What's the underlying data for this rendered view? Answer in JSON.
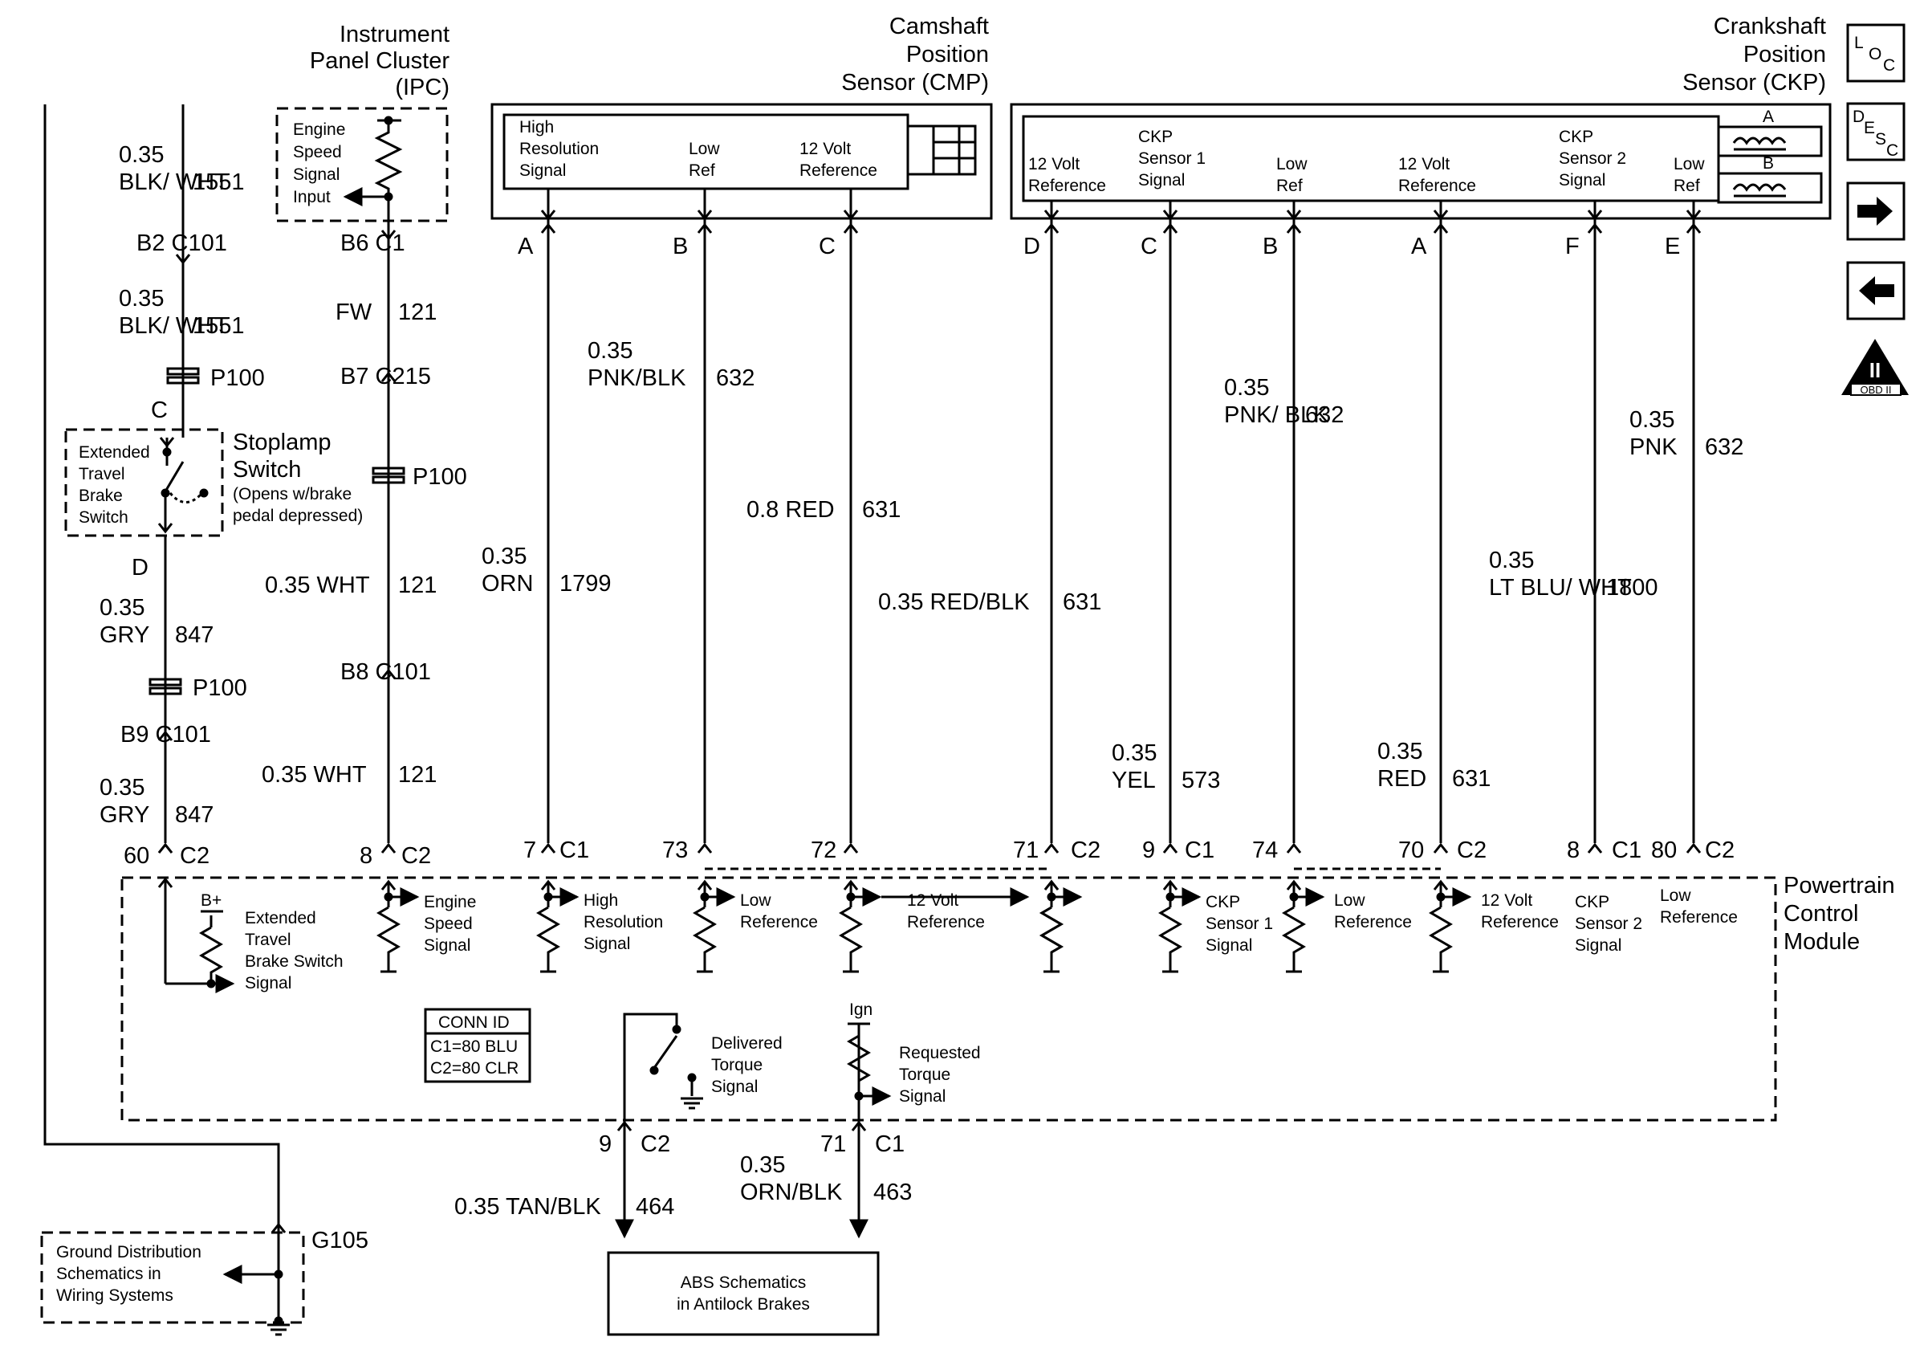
{
  "components": {
    "ipc": {
      "title": [
        "Instrument",
        "Panel Cluster",
        "(IPC)"
      ],
      "label": [
        "Engine",
        "Speed",
        "Signal",
        "Input"
      ]
    },
    "cmp": {
      "title": [
        "Camshaft",
        "Position",
        "Sensor (CMP)"
      ],
      "pins": [
        [
          "High",
          "Resolution",
          "Signal"
        ],
        [
          "Low",
          "Ref"
        ],
        [
          "12 Volt",
          "Reference"
        ]
      ]
    },
    "ckp": {
      "title": [
        "Crankshaft",
        "Position",
        "Sensor (CKP)"
      ],
      "pins": [
        [
          "12 Volt",
          "Reference"
        ],
        [
          "CKP",
          "Sensor 1",
          "Signal"
        ],
        [
          "Low",
          "Ref"
        ],
        [
          "12 Volt",
          "Reference"
        ],
        [
          "CKP",
          "Sensor 2",
          "Signal"
        ],
        [
          "Low",
          "Ref"
        ]
      ],
      "coil_a": "A",
      "coil_b": "B"
    },
    "stoplamp": {
      "title": [
        "Stoplamp",
        "Switch"
      ],
      "note": [
        "(Opens w/brake",
        "pedal depressed)"
      ],
      "inner": [
        "Extended",
        "Travel",
        "Brake",
        "Switch"
      ]
    },
    "ground_box": {
      "label": [
        "Ground Distribution",
        "Schematics in",
        "Wiring Systems"
      ],
      "ground_id": "G105"
    },
    "abs_box": {
      "label": [
        "ABS Schematics",
        "in Antilock Brakes"
      ]
    },
    "pcm": {
      "title": [
        "Powertrain",
        "Control",
        "Module"
      ]
    },
    "conn_id": {
      "header": "CONN ID",
      "lines": [
        "C1=80 BLU",
        "C2=80 CLR"
      ]
    }
  },
  "pcm_circuits": [
    {
      "id": "etbs",
      "label": [
        "Extended",
        "Travel",
        "Brake Switch",
        "Signal"
      ],
      "supply": "B+"
    },
    {
      "id": "ess",
      "label": [
        "Engine",
        "Speed",
        "Signal"
      ]
    },
    {
      "id": "hrs",
      "label": [
        "High",
        "Resolution",
        "Signal"
      ]
    },
    {
      "id": "lr1",
      "label": [
        "Low",
        "Reference"
      ]
    },
    {
      "id": "v12a",
      "label": [
        "12 Volt",
        "Reference"
      ]
    },
    {
      "id": "ckp1",
      "label": [
        "CKP",
        "Sensor 1",
        "Signal"
      ]
    },
    {
      "id": "lr2",
      "label": [
        "Low",
        "Reference"
      ]
    },
    {
      "id": "v12b",
      "label": [
        "12 Volt",
        "Reference"
      ]
    },
    {
      "id": "ckp2",
      "label": [
        "CKP",
        "Sensor 2",
        "Signal"
      ]
    },
    {
      "id": "lr3",
      "label": [
        "Low",
        "Reference"
      ]
    },
    {
      "id": "dts",
      "label": [
        "Delivered",
        "Torque",
        "Signal"
      ]
    },
    {
      "id": "rts",
      "label": [
        "Requested",
        "Torque",
        "Signal"
      ],
      "supply": "Ign"
    }
  ],
  "wires": [
    {
      "id": "w-stoplamp-top",
      "gauge": "0.35",
      "color": "BLK/ WHT",
      "circuit": "1551",
      "connector_top": "",
      "connector_bottom": "B2 C101"
    },
    {
      "id": "w-stoplamp-mid",
      "gauge": "0.35",
      "color": "BLK/ WHT",
      "circuit": "1551",
      "splice": "P100",
      "pin": "C"
    },
    {
      "id": "w-stoplamp-low1",
      "pin_top": "D",
      "gauge": "0.35",
      "color": "GRY",
      "circuit": "847",
      "splice": "P100",
      "connector": "B9 C101"
    },
    {
      "id": "w-stoplamp-low2",
      "gauge": "0.35",
      "color": "GRY",
      "circuit": "847",
      "pcm_pin": "60",
      "pcm_conn": "C2"
    },
    {
      "id": "w-ipc-1",
      "connector_top": "B6 C1",
      "gauge": "FW",
      "circuit": "121",
      "connector_bottom": "B7 C215"
    },
    {
      "id": "w-ipc-2",
      "splice": "P100",
      "gauge_color": "0.35 WHT",
      "circuit": "121",
      "connector": "B8 C101"
    },
    {
      "id": "w-ipc-3",
      "gauge_color": "0.35 WHT",
      "circuit": "121",
      "pcm_pin": "8",
      "pcm_conn": "C2"
    },
    {
      "id": "w-cmp-a",
      "pin": "A",
      "gauge": "0.35",
      "color": "ORN",
      "circuit": "1799",
      "pcm_pin": "7",
      "pcm_conn": "C1"
    },
    {
      "id": "w-cmp-b",
      "pin": "B",
      "gauge": "0.35",
      "color": "PNK/BLK",
      "circuit": "632",
      "pcm_pin": "73"
    },
    {
      "id": "w-cmp-c",
      "pin": "C",
      "gauge_color": "0.8 RED",
      "circuit": "631",
      "pcm_pin": "72"
    },
    {
      "id": "w-ckp-d",
      "pin": "D",
      "gauge_color": "0.35 RED/BLK",
      "circuit": "631",
      "pcm_pin": "71",
      "pcm_conn": "C2"
    },
    {
      "id": "w-ckp-c",
      "pin": "C",
      "gauge": "0.35",
      "color": "YEL",
      "circuit": "573",
      "pcm_pin": "9",
      "pcm_conn": "C1"
    },
    {
      "id": "w-ckp-b",
      "pin": "B",
      "gauge": "0.35",
      "color": "PNK/ BLK",
      "circuit": "632",
      "pcm_pin": "74"
    },
    {
      "id": "w-ckp-a",
      "pin": "A",
      "gauge": "0.35",
      "color": "RED",
      "circuit": "631",
      "pcm_pin": "70",
      "pcm_conn": "C2"
    },
    {
      "id": "w-ckp-f",
      "pin": "F",
      "gauge": "0.35",
      "color": "LT BLU/ WHT",
      "circuit": "1800",
      "pcm_pin": "8",
      "pcm_conn": "C1"
    },
    {
      "id": "w-ckp-e",
      "pin": "E",
      "gauge": "0.35",
      "color": "PNK",
      "circuit": "632",
      "pcm_pin": "80",
      "pcm_conn": "C2"
    },
    {
      "id": "w-abs-1",
      "pcm_pin": "9",
      "pcm_conn": "C2",
      "gauge_color": "0.35 TAN/BLK",
      "circuit": "464"
    },
    {
      "id": "w-abs-2",
      "pcm_pin": "71",
      "pcm_conn": "C1",
      "gauge": "0.35",
      "color": "ORN/BLK",
      "circuit": "463"
    }
  ],
  "nav_buttons": [
    {
      "id": "loc",
      "glyph": [
        "L",
        "O",
        "C"
      ],
      "icon": "loc-icon"
    },
    {
      "id": "desc",
      "glyph": [
        "D",
        "E",
        "S",
        "C"
      ],
      "icon": "desc-icon"
    },
    {
      "id": "next",
      "icon": "arrow-right-icon"
    },
    {
      "id": "prev",
      "icon": "arrow-left-icon"
    },
    {
      "id": "obd",
      "glyph": [
        "II",
        "OBD II"
      ],
      "icon": "obd-ii-icon"
    }
  ]
}
